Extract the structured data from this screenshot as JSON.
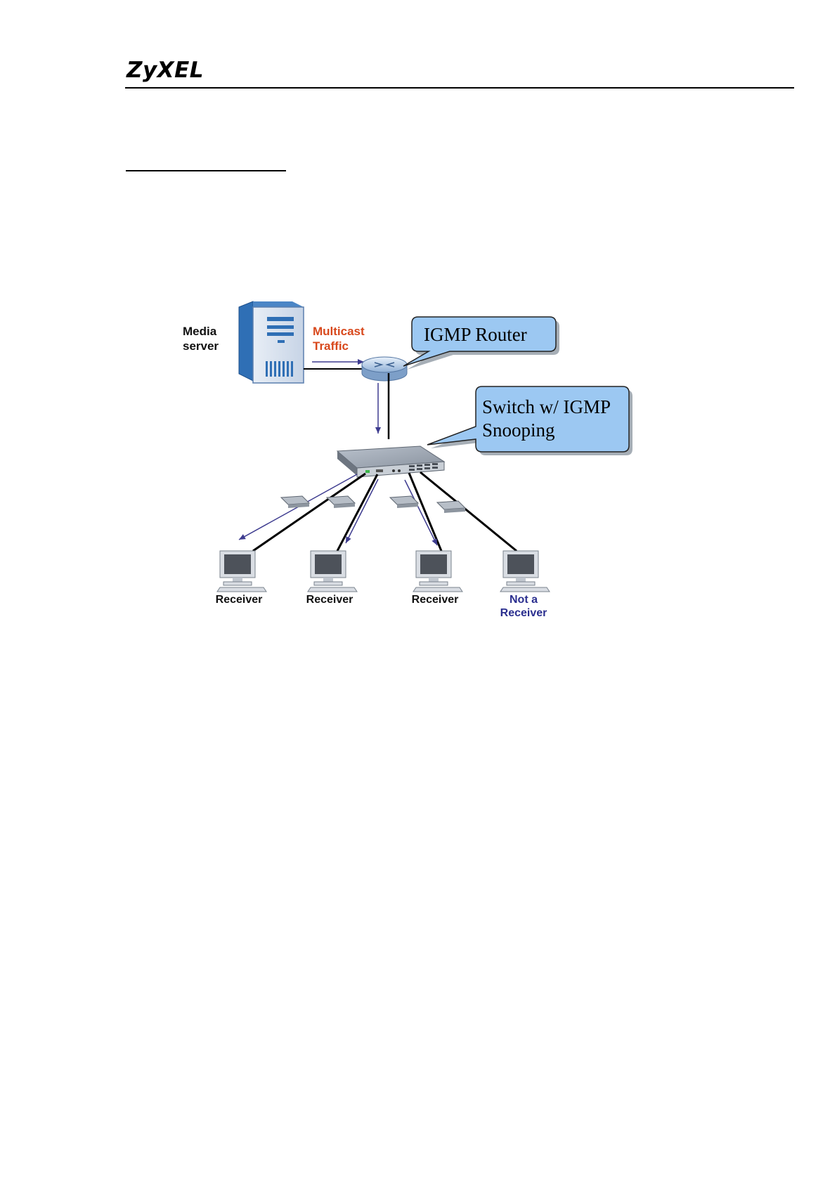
{
  "header": {
    "logo_text": "ZyXEL"
  },
  "diagram": {
    "media_server_label_1": "Media",
    "media_server_label_2": "server",
    "traffic_label_1": "Multicast",
    "traffic_label_2": "Traffic",
    "router_callout": "IGMP Router",
    "switch_callout_1": "Switch w/ IGMP",
    "switch_callout_2": "Snooping",
    "receivers": [
      "Receiver",
      "Receiver",
      "Receiver"
    ],
    "non_receiver_1": "Not a",
    "non_receiver_2": "Receiver",
    "colors": {
      "traffic_label": "#d8481c",
      "arrow": "#3d3b8f",
      "non_receiver": "#2b2f8f",
      "callout_fill": "#9cc8f2",
      "server_body": "#2f6fb5"
    }
  }
}
